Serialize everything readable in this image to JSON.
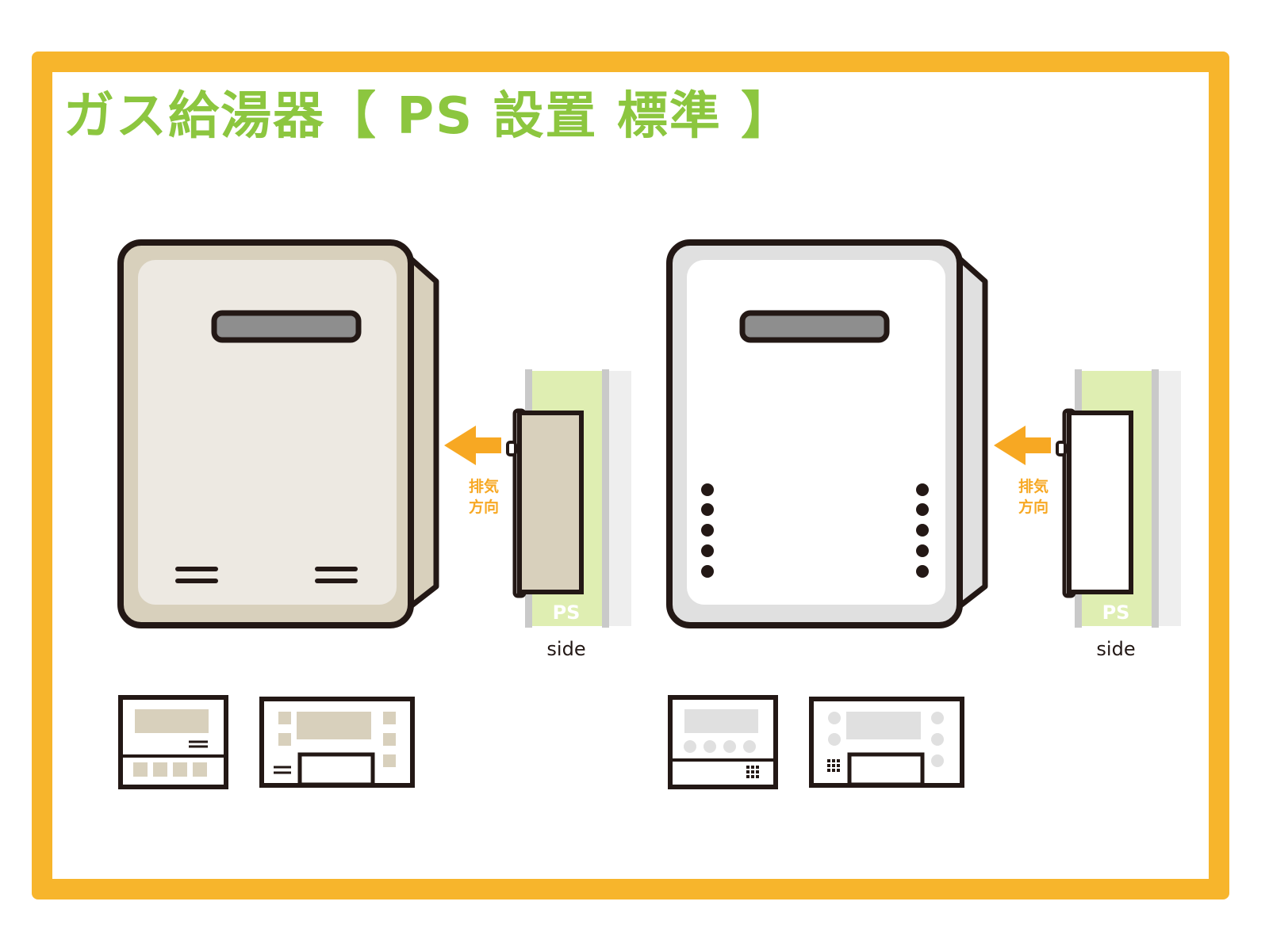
{
  "title": "ガス給湯器【 PS 設置 標準 】",
  "colors": {
    "frame": "#f7b52c",
    "title": "#8cc63f",
    "outline": "#231815",
    "beige_body": "#d8d0bc",
    "beige_face": "#ede9e2",
    "white_body": "#e0e0e0",
    "white_face": "#ffffff",
    "ps_zone": "#dfeeb2",
    "ps_wall": "#c9c9c9",
    "arrow": "#f7a823"
  },
  "units": [
    {
      "id": "beige",
      "variant": "beige",
      "exhaust_label_line1": "排気",
      "exhaust_label_line2": "方向",
      "ps_label": "PS",
      "side_label": "side"
    },
    {
      "id": "white",
      "variant": "white",
      "exhaust_label_line1": "排気",
      "exhaust_label_line2": "方向",
      "ps_label": "PS",
      "side_label": "side"
    }
  ]
}
